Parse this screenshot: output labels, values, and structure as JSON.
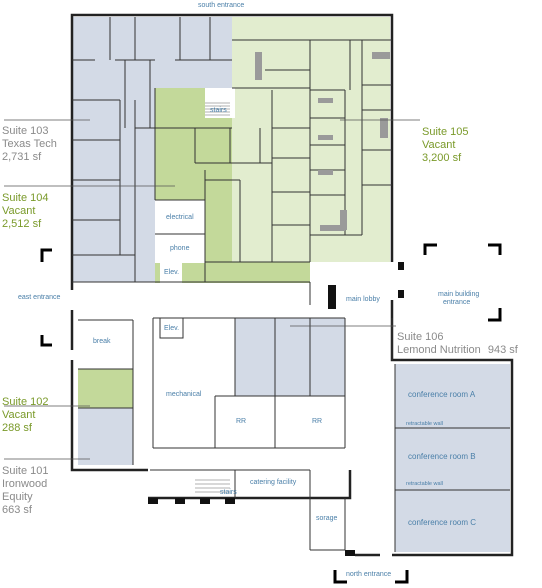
{
  "labels": {
    "south_entrance": "south entrance",
    "north_entrance": "north entrance",
    "east_entrance": "east entrance",
    "main_lobby": "main lobby",
    "main_building_entrance_1": "main building",
    "main_building_entrance_2": "entrance",
    "stairs_top": "stairs",
    "stairs_bottom": "stairs",
    "electrical": "electrical",
    "phone": "phone",
    "elev_top": "Elev.",
    "elev_bottom": "Elev.",
    "break": "break",
    "mechanical": "mechanical",
    "rr_left": "RR",
    "rr_right": "RR",
    "catering": "catering facility",
    "storage": "sorage",
    "conf_a": "conference room A",
    "conf_b": "conference room B",
    "conf_c": "conference room C",
    "retract_1": "retractable wall",
    "retract_2": "retractable wall"
  },
  "suites": {
    "s103": {
      "name": "Suite 103",
      "tenant": "Texas Tech",
      "size": "2,731 sf"
    },
    "s104": {
      "name": "Suite 104",
      "tenant": "Vacant",
      "size": "2,512 sf"
    },
    "s102": {
      "name": "Suite 102",
      "tenant": "Vacant",
      "size": "288 sf"
    },
    "s101": {
      "name": "Suite 101",
      "tenant1": "Ironwood",
      "tenant2": "Equity",
      "size": "663 sf"
    },
    "s105": {
      "name": "Suite 105",
      "tenant": "Vacant",
      "size": "3,200 sf"
    },
    "s106": {
      "name": "Suite 106",
      "tenant": "Lemond Nutrition",
      "size": "943 sf"
    }
  },
  "colors": {
    "occupied": "#d3dae6",
    "vacant_dark": "#c3d99a",
    "vacant_light": "#e2edcf",
    "suite_title_grey": "#8a8a8a",
    "suite_title_green": "#7a9a2a",
    "room_label": "#4a7fa8",
    "wall": "#222222"
  }
}
